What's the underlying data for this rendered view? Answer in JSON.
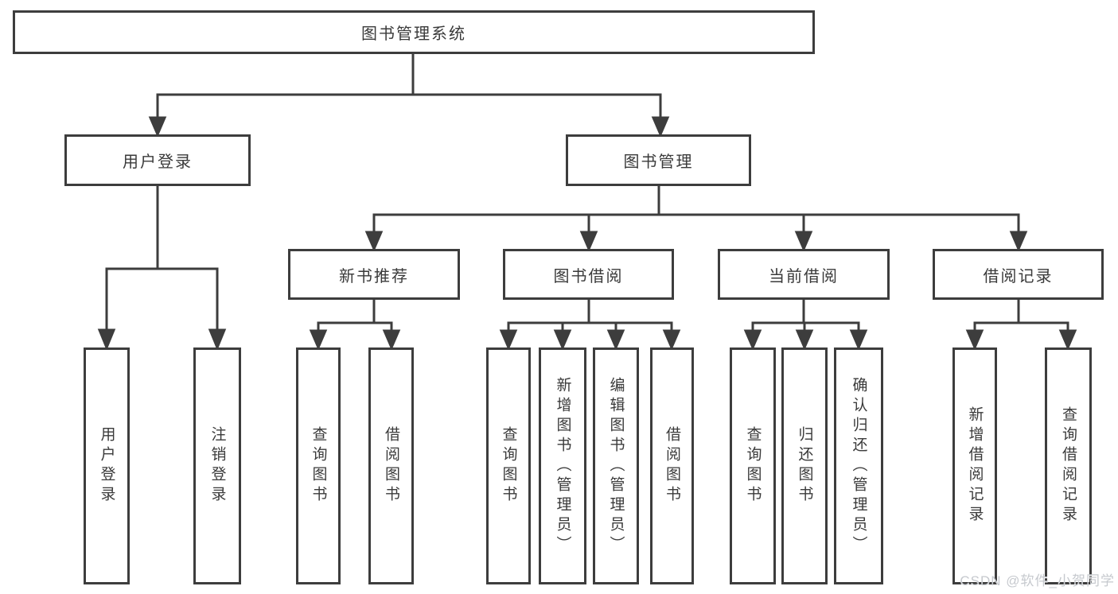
{
  "diagram": {
    "root_label": "图书管理系统",
    "login_branch": {
      "label": "用户登录",
      "children": [
        "用户登录",
        "注销登录"
      ]
    },
    "management_branch": {
      "label": "图书管理",
      "sections": [
        {
          "label": "新书推荐",
          "children": [
            "查询图书",
            "借阅图书"
          ]
        },
        {
          "label": "图书借阅",
          "children": [
            "查询图书",
            "新增图书（管理员）",
            "编辑图书（管理员）",
            "借阅图书"
          ]
        },
        {
          "label": "当前借阅",
          "children": [
            "查询图书",
            "归还图书",
            "确认归还（管理员）"
          ]
        },
        {
          "label": "借阅记录",
          "children": [
            "新增借阅记录",
            "查询借阅记录"
          ]
        }
      ]
    }
  },
  "watermark": {
    "text": "CSDN @软件_小贺同学"
  },
  "colors": {
    "line": "#3d3d3d",
    "text": "#3a3a3a",
    "background": "#ffffff",
    "watermark": "#c6c9ce"
  }
}
